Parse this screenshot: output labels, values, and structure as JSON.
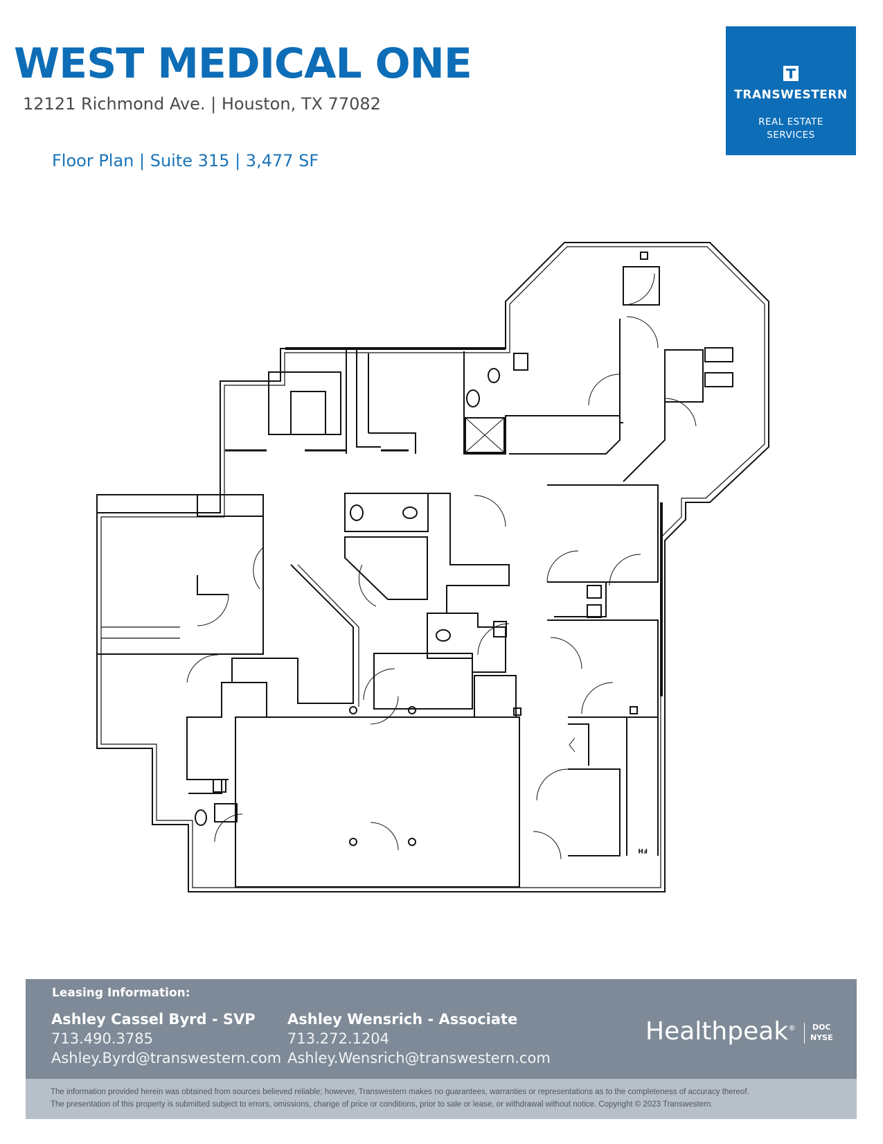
{
  "header": {
    "title": "WEST MEDICAL ONE",
    "address": "12121 Richmond Ave. | Houston, TX 77082",
    "subtitle": "Floor Plan | Suite 315 | 3,477 SF"
  },
  "logo": {
    "name": "TRANSWESTERN",
    "sub_line1": "REAL ESTATE",
    "sub_line2": "SERVICES",
    "icon": "transwestern-t-icon",
    "background": "#0d6db7"
  },
  "floor_plan": {
    "fh_label": "FH"
  },
  "leasing": {
    "label": "Leasing Information:",
    "contacts": [
      {
        "name": "Ashley Cassel Byrd - SVP",
        "phone": "713.490.3785",
        "email": "Ashley.Byrd@transwestern.com"
      },
      {
        "name": "Ashley  Wensrich - Associate",
        "phone": "713.272.1204",
        "email": "Ashley.Wensrich@transwestern.com"
      }
    ],
    "brand": "Healthpeak",
    "brand_mark": "®",
    "ticker_top": "DOC",
    "ticker_bottom": "NYSE",
    "background": "#7e8a97"
  },
  "disclaimer": {
    "line1": "The information provided herein was obtained from sources believed reliable; however, Transwestern makes no guarantees, warranties or representations as to the completeness of accuracy thereof.",
    "line2": "The presentation of this property is submitted subject to errors, omissions, change of price or conditions, prior to sale or lease, or withdrawal without notice. Copyright © 2023 Transwestern."
  }
}
